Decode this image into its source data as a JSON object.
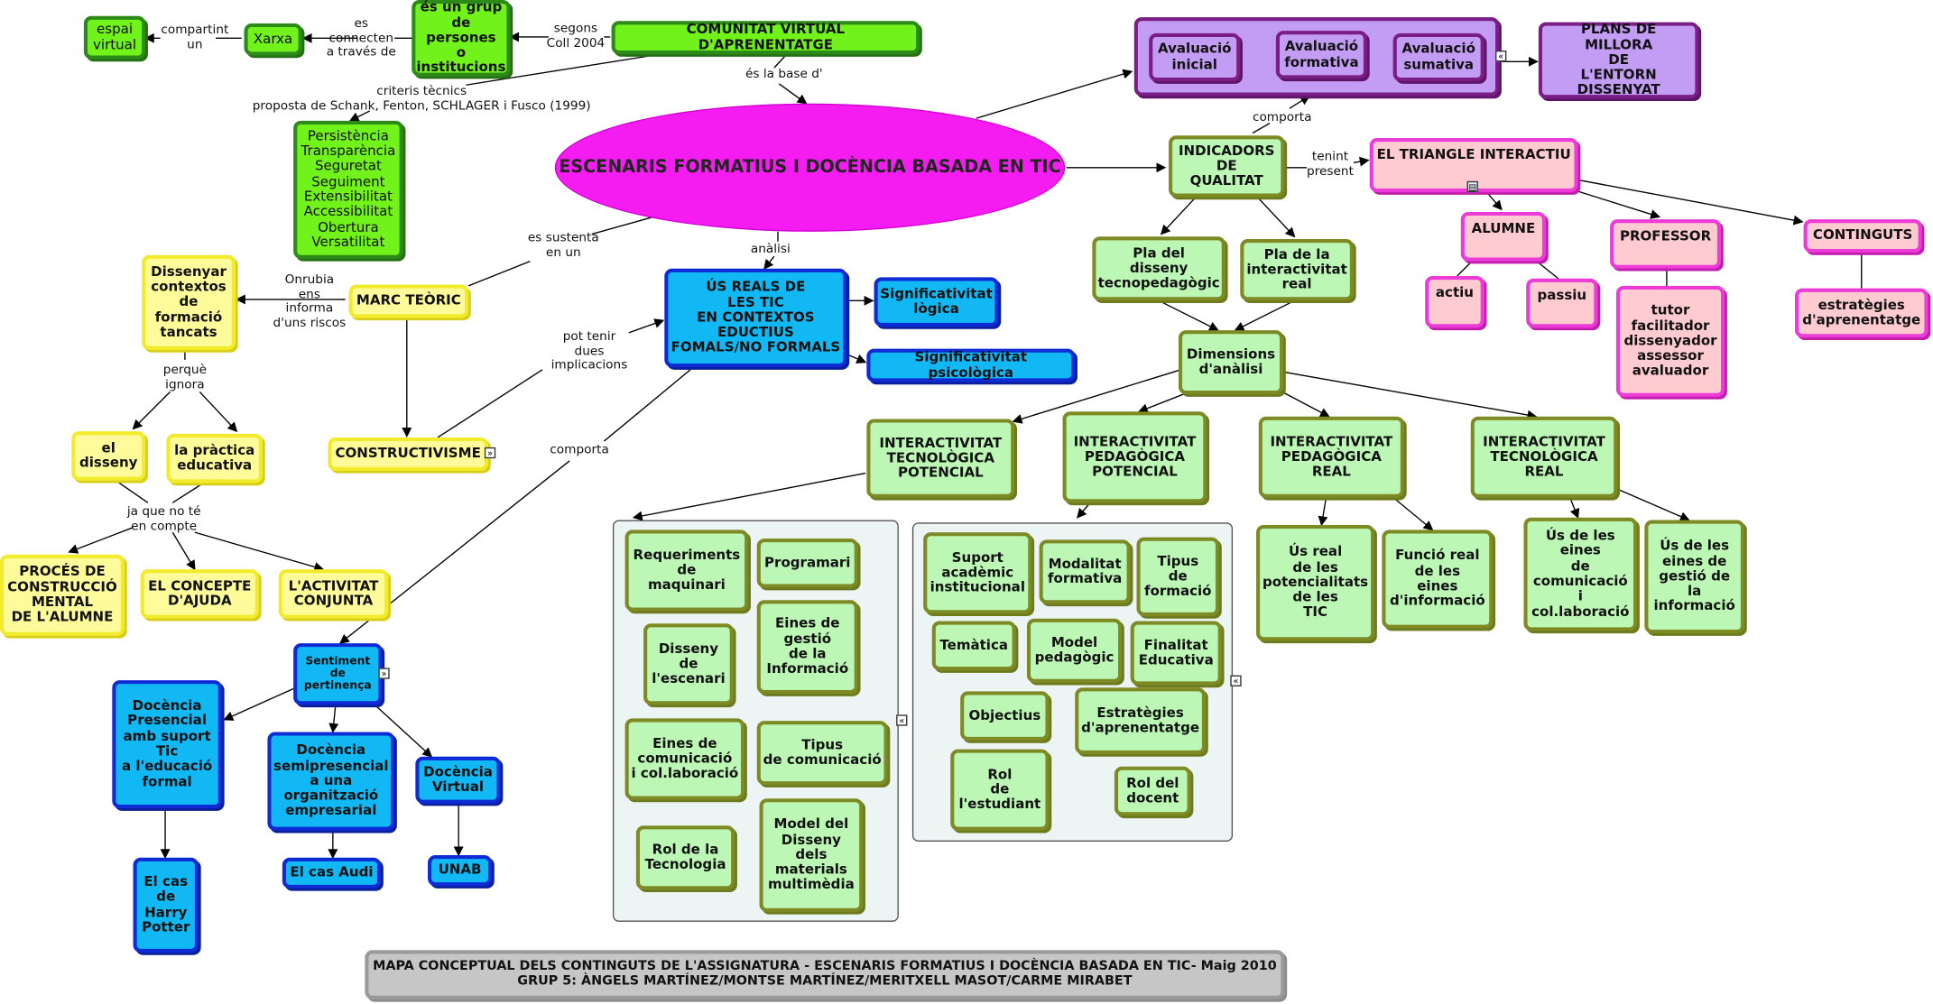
{
  "center": "ESCENARIS FORMATIUS I DOCÈNCIA BASADA EN TIC",
  "top": {
    "comunitat": "COMUNITAT VIRTUAL D'APRENENTATGE",
    "grup": "és un grup\nde persones\no\ninstitucions",
    "xarxa": "Xarxa",
    "espai": "espai\nvirtual",
    "criteris": "Persistència\nTransparència\nSeguretat\nSeguiment\nExtensibilitat\nAccessibilitat\nObertura\nVersatilitat"
  },
  "left": {
    "marc": "MARC TEÒRIC",
    "constructivisme": "CONSTRUCTIVISME",
    "dissenyar": "Dissenyar\ncontextos\nde\nformació\ntancats",
    "disseny": "el\ndisseny",
    "practica": "la pràctica\neducativa",
    "proces": "PROCÉS DE\nCONSTRUCCIÓ\nMENTAL\nDE L'ALUMNE",
    "concepte": "EL CONCEPTE\nD'AJUDA",
    "activitat": "L'ACTIVITAT\nCONJUNTA"
  },
  "usos": {
    "main": "ÚS REALS DE\nLES TIC\nEN CONTEXTOS\nEDUCTIUS\nFOMALS/NO FORMALS",
    "logica": "Significativitat\nlògica",
    "psicologica": "Significativitat psicològica",
    "sentiment": "Sentiment\nde\npertinença",
    "presencial": "Docència\nPresencial\namb suport\nTic\na l'educació\nformal",
    "semipresencial": "Docència\nsemipresencial\na una\norganització\nempresarial",
    "virtual": "Docència\nVirtual",
    "potter": "El cas\nde\nHarry\nPotter",
    "audi": "El cas Audi",
    "unab": "UNAB"
  },
  "avaluacio": {
    "inicial": "Avaluació\ninicial",
    "formativa": "Avaluació\nformativa",
    "sumativa": "Avaluació\nsumativa",
    "plans": "PLANS DE MILLORA\nDE\nL'ENTORN\nDISSENYAT"
  },
  "qualitat": {
    "indicadors": "INDICADORS\nDE\nQUALITAT",
    "pla_disseny": "Pla del\ndisseny\ntecnopedagògic",
    "pla_interactivitat": "Pla de la\ninteractivitat\nreal",
    "dimensions": "Dimensions\nd'anàlisi",
    "itp": "INTERACTIVITAT\nTECNOLÒGICA\nPOTENCIAL",
    "ipp": "INTERACTIVITAT\nPEDAGÒGICA\nPOTENCIAL",
    "ipr": "INTERACTIVITAT\nPEDAGÒGICA\nREAL",
    "itr": "INTERACTIVITAT\nTECNOLÒGICA\nREAL",
    "us_real": "Ús real\nde les\npotencialitats\nde les\nTIC",
    "funcio_real": "Funció real\nde les\neines\nd'informació",
    "us_comunicacio": "Ús de les\neines\nde\ncomunicació\ni\ncol.laboració",
    "us_gestio": "Ús de les\neines de\ngestió de\nla\ninformació"
  },
  "panel1": {
    "requeriments": "Requeriments\nde\nmaquinari",
    "programari": "Programari",
    "eines_gestio": "Eines de\ngestió\nde la\nInformació",
    "disseny_escenari": "Disseny\nde\nl'escenari",
    "eines_comunicacio": "Eines de\ncomunicació\ni col.laboració",
    "tipus_comunicacio": "Tipus\nde comunicació",
    "rol_tecnologia": "Rol de la\nTecnologia",
    "model_disseny": "Model del\nDisseny\ndels\nmaterials\nmultimèdia"
  },
  "panel2": {
    "suport": "Suport\nacadèmic\ninstitucional",
    "modalitat": "Modalitat\nformativa",
    "tipus_formacio": "Tipus\nde\nformació",
    "tematica": "Temàtica",
    "model_pedagogic": "Model\npedagògic",
    "finalitat": "Finalitat\nEducativa",
    "objectius": "Objectius",
    "estrategies": "Estratègies\nd'aprenentatge",
    "rol_estudiant": "Rol\nde\nl'estudiant",
    "rol_docent": "Rol del\ndocent"
  },
  "triangle": {
    "main": "EL TRIANGLE INTERACTIU",
    "alumne": "ALUMNE",
    "professor": "PROFESSOR",
    "continguts": "CONTINGUTS",
    "actiu": "actiu",
    "passiu": "passiu",
    "tutor": "tutor\nfacilitador\ndissenyador\nassessor\navaluador",
    "estrategies": "estratègies\nd'aprenentatge"
  },
  "labels": {
    "compartint": "compartint\nun",
    "es_connecten": "es\nconnecten\na través de",
    "segons": "segons\nColl 2004",
    "base": "és la base d'",
    "criteris": "criteris tècnics\nproposta de Schank, Fenton, SCHLAGER i Fusco (1999)",
    "sustenta": "es sustenta\nen un",
    "analisi": "anàlisi",
    "onrubia": "Onrubia\nens\ninforma\nd'uns riscos",
    "perque": "perquè\nignora",
    "ja_que": "ja que no té\nen compte",
    "dues": "pot tenir\ndues\nimplicacions",
    "comporta1": "comporta",
    "comporta2": "comporta",
    "tenint": "tenint\npresent"
  },
  "footer": "MAPA CONCEPTUAL DELS CONTINGUTS DE L'ASSIGNATURA - ESCENARIS FORMATIUS I DOCÈNCIA BASADA EN TIC- Maig 2010\nGRUP 5: ÀNGELS MARTÍNEZ/MONTSE MARTÍNEZ/MERITXELL MASOT/CARME MIRABET"
}
